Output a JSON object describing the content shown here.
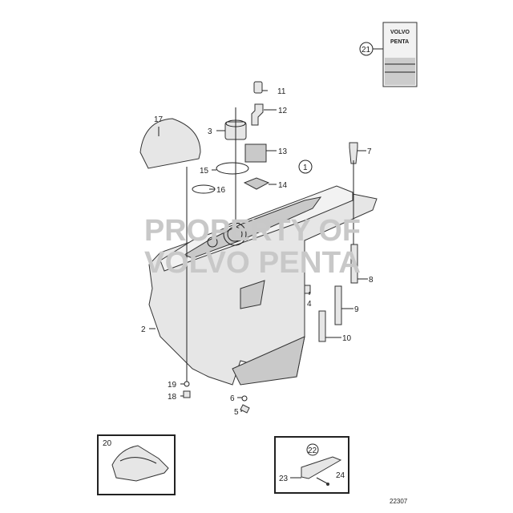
{
  "diagram": {
    "drawing_number": "22307",
    "watermark": [
      "PROPERTY OF",
      "VOLVO PENTA"
    ],
    "logo_text": [
      "VOLVO",
      "PENTA"
    ],
    "callouts": {
      "p1": "1",
      "p2": "2",
      "p3": "3",
      "p4": "4",
      "p5": "5",
      "p6": "6",
      "p7": "7",
      "p8": "8",
      "p9": "9",
      "p10": "10",
      "p11": "11",
      "p12": "12",
      "p13": "13",
      "p14": "14",
      "p15": "15",
      "p16": "16",
      "p17": "17",
      "p18": "18",
      "p19": "19",
      "p20": "20",
      "p21": "21",
      "p22": "22",
      "p23": "23",
      "p24": "24"
    }
  }
}
